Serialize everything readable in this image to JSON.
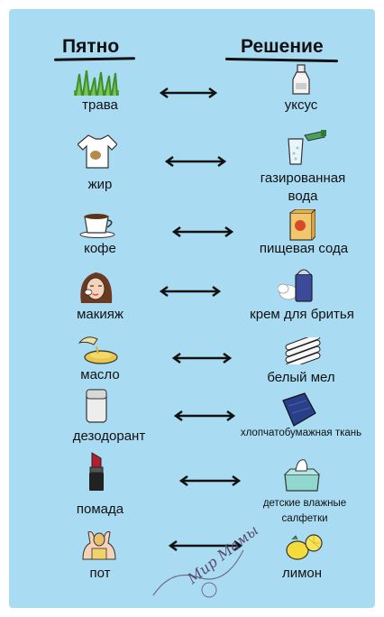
{
  "headers": {
    "stain": "Пятно",
    "solution": "Решение"
  },
  "rows": [
    {
      "stain": "трава",
      "stain_icon": "grass-icon",
      "solution": "уксус",
      "solution_icon": "vinegar-bottle-icon"
    },
    {
      "stain": "жир",
      "stain_icon": "stained-shirt-icon",
      "solution": "газированная вода",
      "solution_icon": "soda-water-icon"
    },
    {
      "stain": "кофе",
      "stain_icon": "coffee-cup-icon",
      "solution": "пищевая сода",
      "solution_icon": "baking-soda-box-icon"
    },
    {
      "stain": "макияж",
      "stain_icon": "makeup-face-icon",
      "solution": "крем для бритья",
      "solution_icon": "shaving-cream-icon"
    },
    {
      "stain": "масло",
      "stain_icon": "oil-icon",
      "solution": "белый  мел",
      "solution_icon": "white-chalk-icon"
    },
    {
      "stain": "дезодорант",
      "stain_icon": "deodorant-icon",
      "solution": "хлопчатобумажная ткань",
      "solution_icon": "cotton-cloth-icon"
    },
    {
      "stain": "помада",
      "stain_icon": "lipstick-icon",
      "solution": "детские влажные салфетки",
      "solution_icon": "wet-wipes-icon"
    },
    {
      "stain": "пот",
      "stain_icon": "sweat-icon",
      "solution": "лимон",
      "solution_icon": "lemon-icon"
    }
  ],
  "watermark": {
    "text": "Мир Мамы"
  },
  "colors": {
    "background": "#a9dcf2",
    "ink": "#111111"
  }
}
